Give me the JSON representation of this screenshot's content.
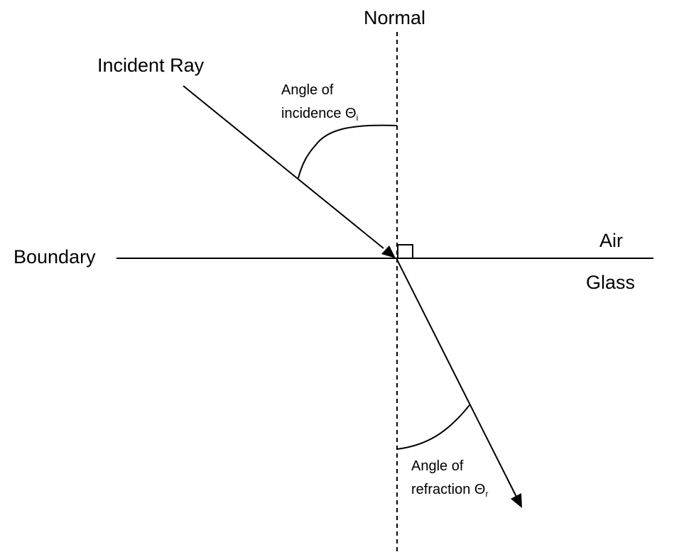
{
  "labels": {
    "normal": "Normal",
    "incident_ray": "Incident Ray",
    "boundary": "Boundary",
    "air": "Air",
    "glass": "Glass",
    "angle_incidence_line1": "Angle of",
    "angle_incidence_line2": "incidence Θ",
    "angle_incidence_subscript": "i",
    "angle_refraction_line1": "Angle of",
    "angle_refraction_line2": "refraction Θ",
    "angle_refraction_subscript": "r"
  },
  "colors": {
    "stroke": "#000000",
    "background": "#ffffff"
  }
}
